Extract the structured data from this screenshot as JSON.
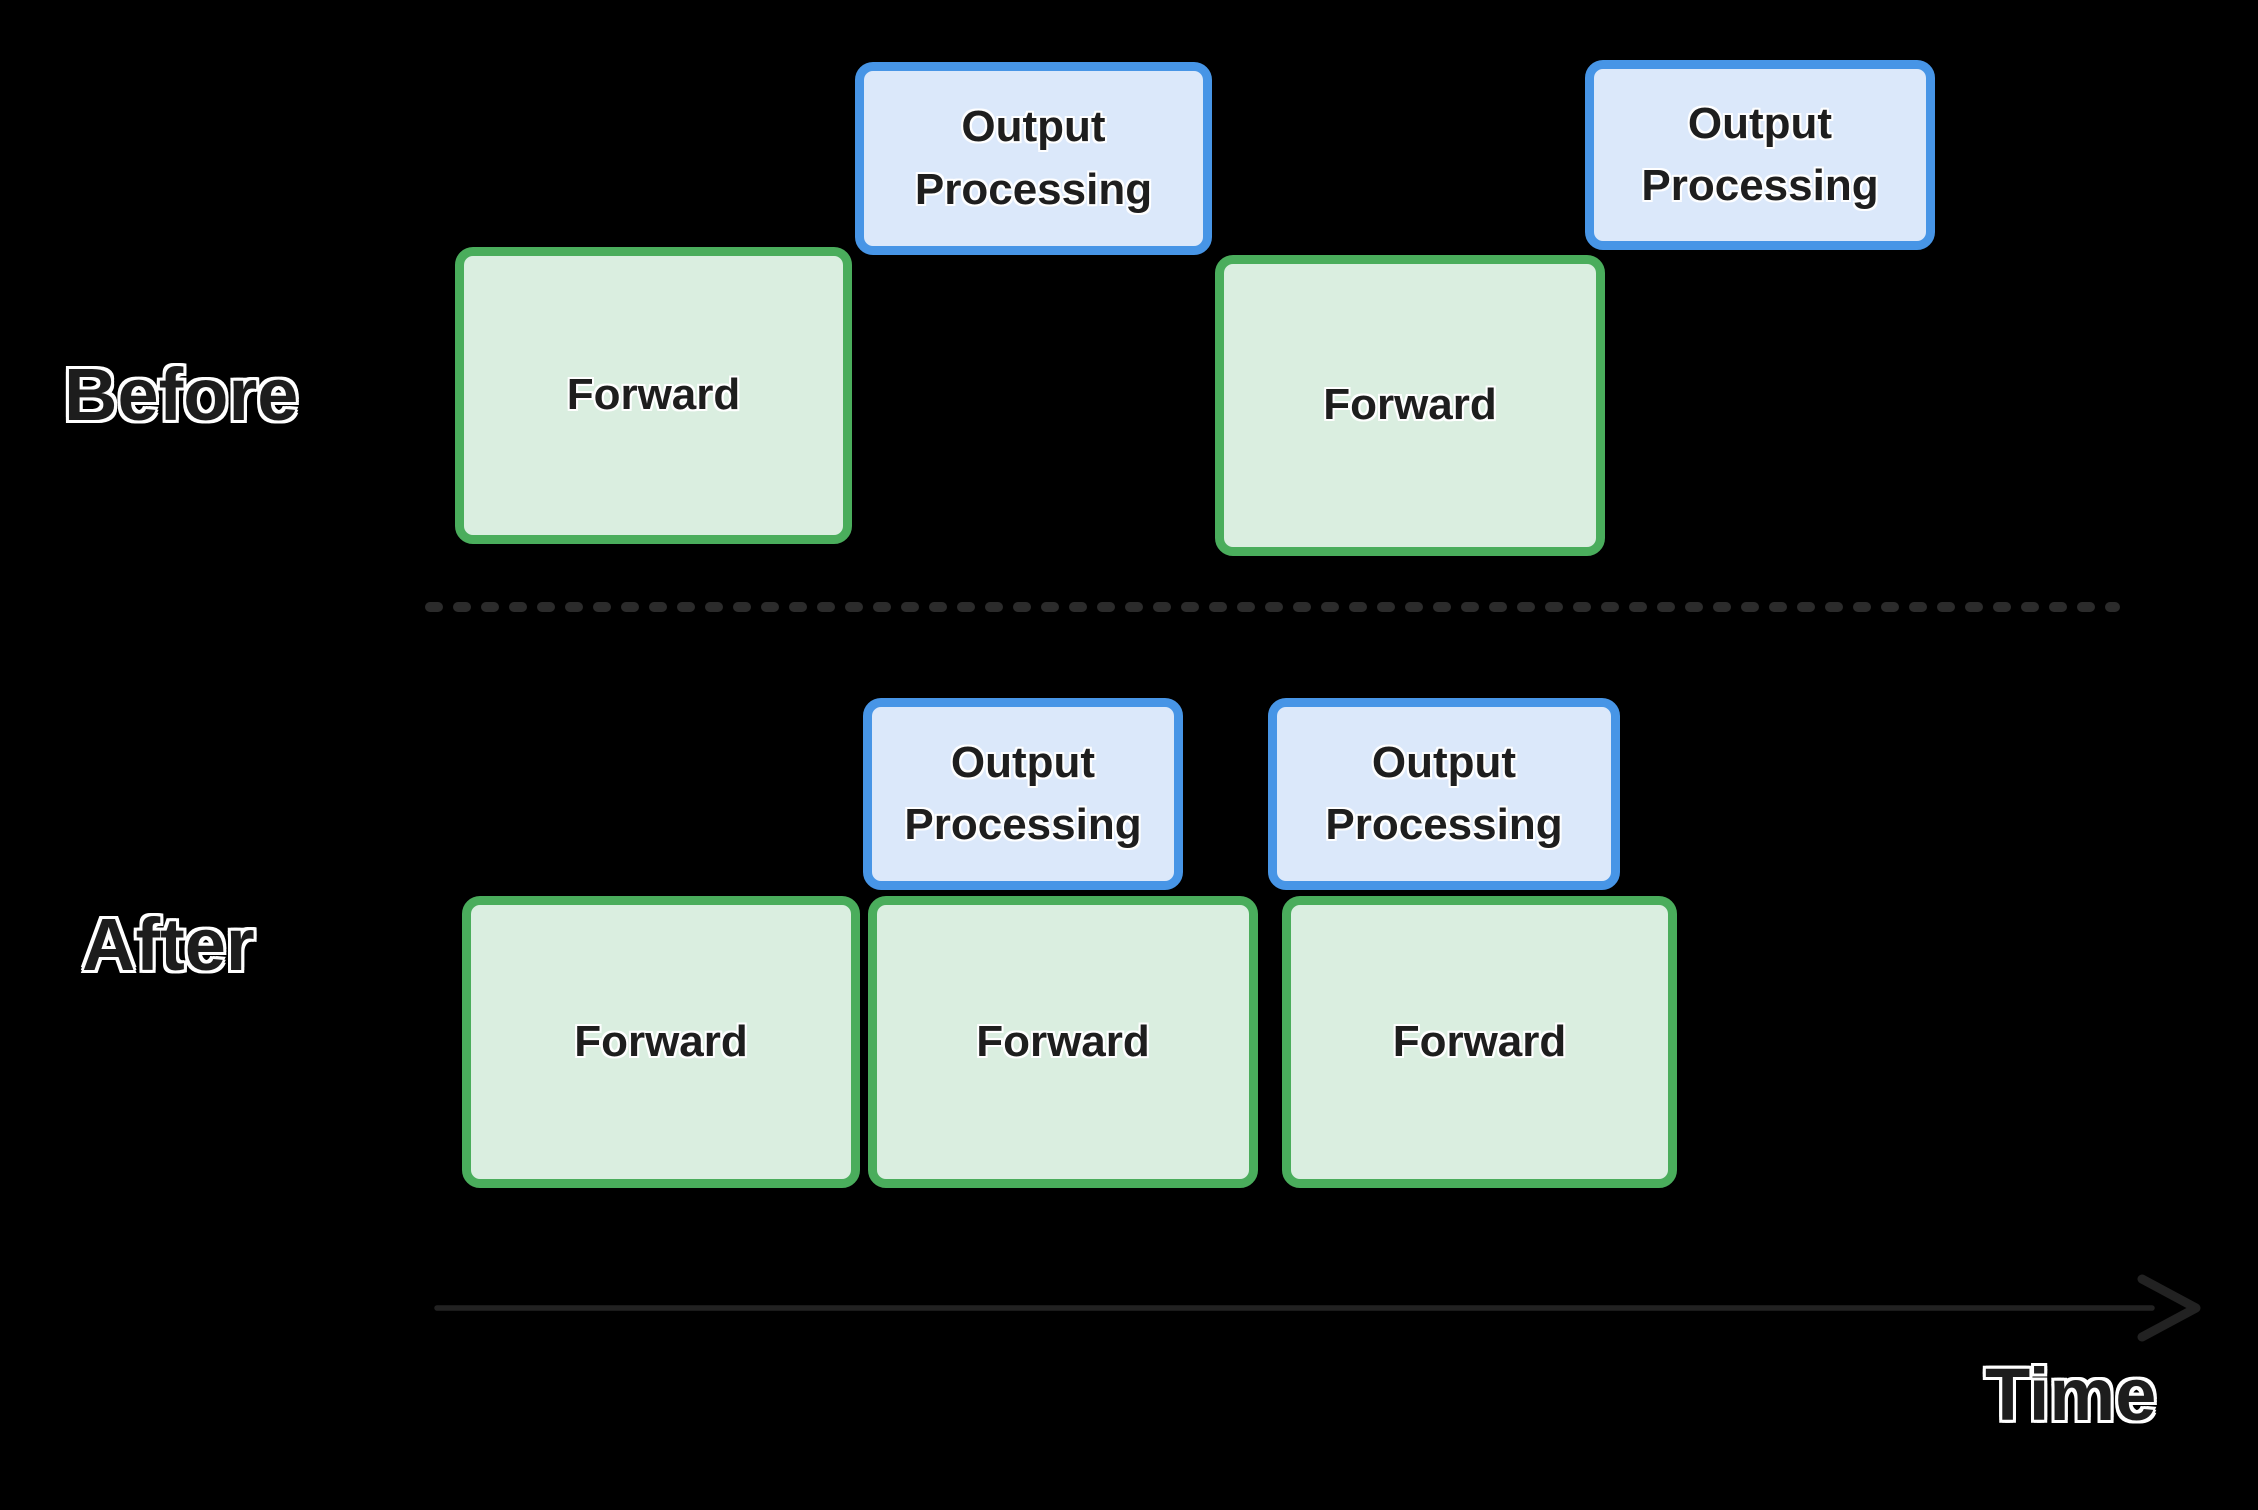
{
  "rows": {
    "before": {
      "label": "Before",
      "boxes": [
        {
          "type": "forward",
          "label": "Forward"
        },
        {
          "type": "output-processing",
          "label": "Output Processing"
        },
        {
          "type": "forward",
          "label": "Forward"
        },
        {
          "type": "output-processing",
          "label": "Output Processing"
        }
      ]
    },
    "after": {
      "label": "After",
      "boxes": [
        {
          "type": "output-processing",
          "label": "Output Processing"
        },
        {
          "type": "output-processing",
          "label": "Output Processing"
        },
        {
          "type": "forward",
          "label": "Forward"
        },
        {
          "type": "forward",
          "label": "Forward"
        },
        {
          "type": "forward",
          "label": "Forward"
        }
      ]
    }
  },
  "axis": {
    "label": "Time"
  },
  "colors": {
    "background": "#000000",
    "forward_fill": "#daeee0",
    "forward_border": "#4aad5c",
    "output_fill": "#dbe8fa",
    "output_border": "#4795e6",
    "box_text": "#1e1e1e",
    "label_text": "#1d1d1d",
    "label_outline": "#ffffff",
    "divider": "#2b2b2b",
    "arrow": "#222222"
  }
}
